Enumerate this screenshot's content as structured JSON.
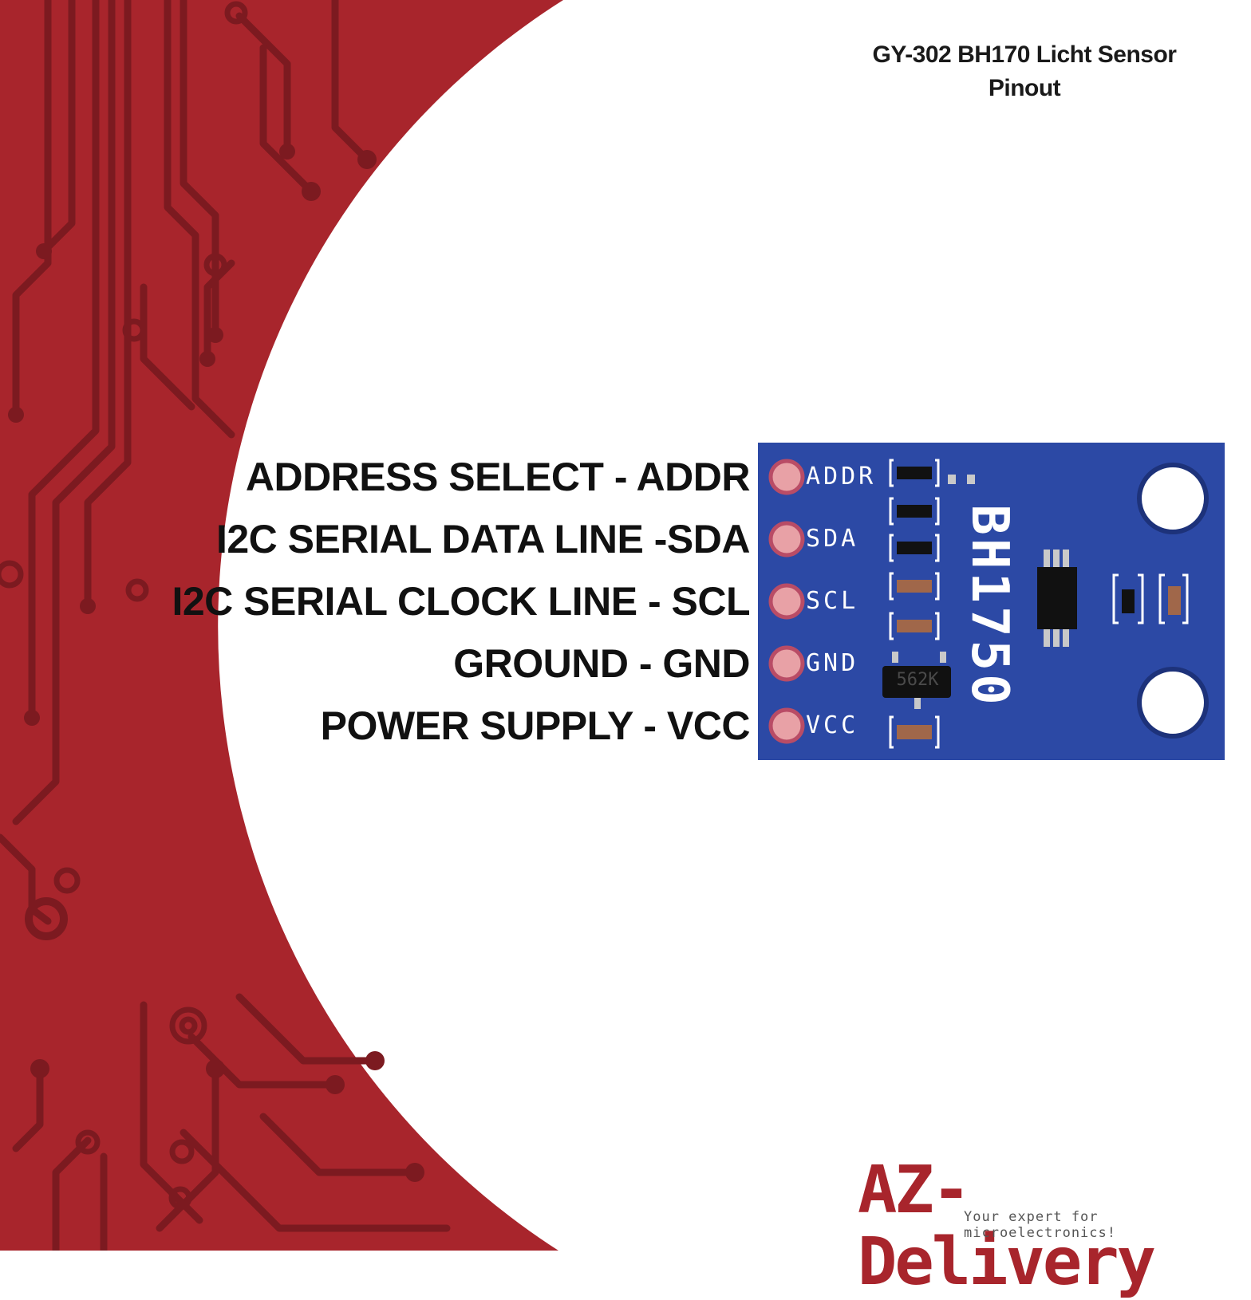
{
  "title": {
    "line1": "GY-302 BH170 Licht Sensor",
    "line2": "Pinout"
  },
  "pins": [
    {
      "label": "ADDRESS SELECT - ADDR",
      "silk": "ADDR"
    },
    {
      "label": "I2C SERIAL DATA LINE -SDA",
      "silk": "SDA"
    },
    {
      "label": "I2C SERIAL CLOCK LINE - SCL",
      "silk": "SCL"
    },
    {
      "label": "GROUND - GND",
      "silk": "GND"
    },
    {
      "label": "POWER SUPPLY - VCC",
      "silk": "VCC"
    }
  ],
  "board": {
    "chip_label": "BH1750",
    "resistor_label": "562K"
  },
  "brand": {
    "logo": "AZ-Delivery",
    "tagline": "Your expert for microelectronics!"
  },
  "colors": {
    "background_red": "#a8252c",
    "trace_dark": "#7c1a20",
    "board_blue": "#2c49a5",
    "pad_pink": "#e8a1a6"
  }
}
